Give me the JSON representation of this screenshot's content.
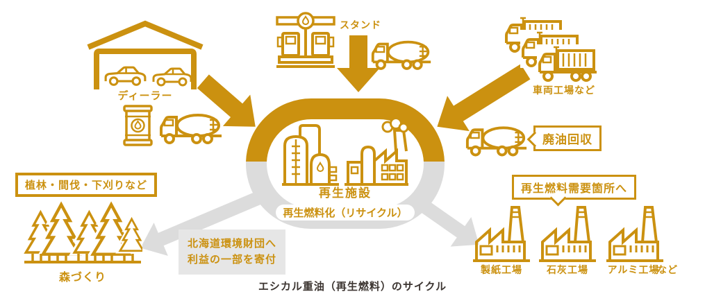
{
  "colors": {
    "gold": "#CB9110",
    "ring_gray": "#DCDCDC",
    "box_gray": "#E6E6E6",
    "caption_text": "#3C3531"
  },
  "caption": "エシカル重油（再生燃料）のサイクル",
  "sources": {
    "dealer_label": "ディーラー",
    "stand_label": "スタンド",
    "vehicle_factory_label": "車両工場など",
    "waste_oil_bubble": "廃油回収"
  },
  "center": {
    "facility_label": "再生施設",
    "recycle_label": "再生燃料化（リサイクル）"
  },
  "forest": {
    "badge_label": "植林・間伐・下刈りなど",
    "label": "森づくり"
  },
  "donation": {
    "line1": "北海道環境財団へ",
    "line2": "利益の一部を寄付"
  },
  "demand": {
    "bubble_label": "再生燃料需要箇所へ",
    "factories": [
      "製紙工場",
      "石灰工場",
      "アルミ工場"
    ],
    "etc_label": "など"
  },
  "icons": [
    "garage-icon",
    "car-icon",
    "oil-drum-icon",
    "tanker-truck-icon",
    "gas-station-icon",
    "dump-truck-icon",
    "refinery-icon",
    "factory-smoke-icon",
    "forest-icon",
    "factory-chimney-icon",
    "flow-arrow-icon",
    "cycle-ring-icon"
  ]
}
